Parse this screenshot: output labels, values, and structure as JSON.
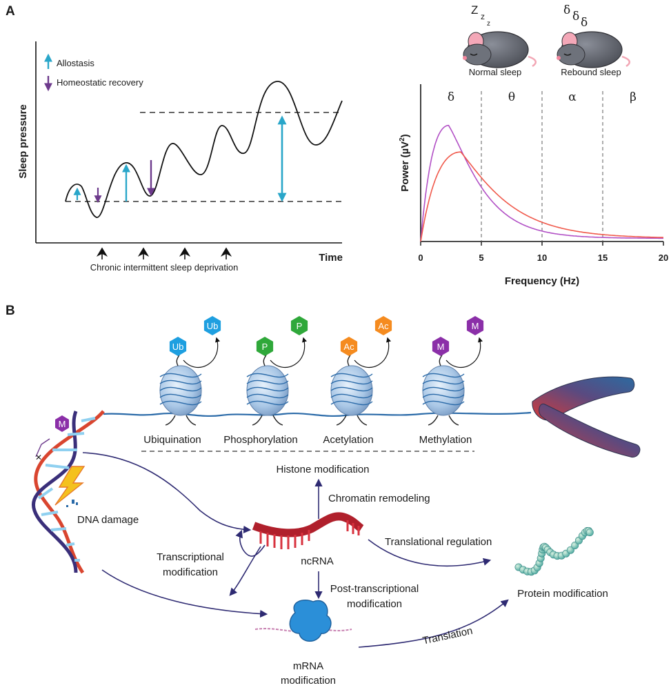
{
  "panel_a": {
    "letter": "A",
    "left": {
      "y_label": "Sleep pressure",
      "x_label": "Time",
      "legend": {
        "allostasis": "Allostasis",
        "homeostatic": "Homeostatic recovery"
      },
      "deprivation_label": "Chronic intermittent sleep deprivation",
      "colors": {
        "allostasis": "#29a6c9",
        "homeostatic": "#6d3a8c"
      }
    },
    "right": {
      "mouse_normal_label": "Normal sleep",
      "mouse_rebound_label": "Rebound sleep",
      "normal_snore": "Z",
      "normal_snore_small": "z",
      "rebound_snore": "δ",
      "colors": {
        "normal": "#f0584a",
        "rebound": "#b14fc5"
      }
    }
  },
  "chart_data": {
    "type": "line",
    "xlabel": "Frequency (Hz)",
    "ylabel": "Power (µV²)",
    "ylabel_main": "Power (µV",
    "ylabel_sup": "2",
    "ylabel_end": ")",
    "xlim": [
      0,
      20
    ],
    "ylim": [
      0,
      1.0
    ],
    "x_ticks": [
      "0",
      "5",
      "10",
      "15",
      "20"
    ],
    "band_boundaries": [
      5,
      10,
      15
    ],
    "bands": [
      {
        "label": "δ",
        "center": 2.5
      },
      {
        "label": "θ",
        "center": 7.5
      },
      {
        "label": "α",
        "center": 12.5
      },
      {
        "label": "β",
        "center": 17.5
      }
    ],
    "series": [
      {
        "name": "Rebound sleep",
        "color": "#b14fc5",
        "amplitude": 0.72,
        "peak": 2.3,
        "decay": 0.18
      },
      {
        "name": "Normal sleep",
        "color": "#f0584a",
        "amplitude": 0.55,
        "peak": 3.3,
        "decay": 0.17
      }
    ]
  },
  "panel_b": {
    "letter": "B",
    "mods": [
      {
        "name": "Ubiquination",
        "tag": "Ub",
        "color": "#1e9fe0"
      },
      {
        "name": "Phosphorylation",
        "tag": "P",
        "color": "#2fa83a"
      },
      {
        "name": "Acetylation",
        "tag": "Ac",
        "color": "#f58b1f"
      },
      {
        "name": "Methylation",
        "tag": "M",
        "color": "#8b2fa8"
      }
    ],
    "dna_mark": "M",
    "histone_modification": "Histone modification",
    "chromatin_remodeling": "Chromatin remodeling",
    "dna_damage": "DNA damage",
    "ncrna": "ncRNA",
    "translational_regulation": "Translational regulation",
    "transcriptional_modification_1": "Transcriptional",
    "transcriptional_modification_2": "modification",
    "post_transcriptional_1": "Post-transcriptional",
    "post_transcriptional_2": "modification",
    "protein_modification": "Protein modification",
    "translation": "Translation",
    "mrna_1": "mRNA",
    "mrna_2": "modification",
    "arrow_color": "#2e2a72"
  }
}
